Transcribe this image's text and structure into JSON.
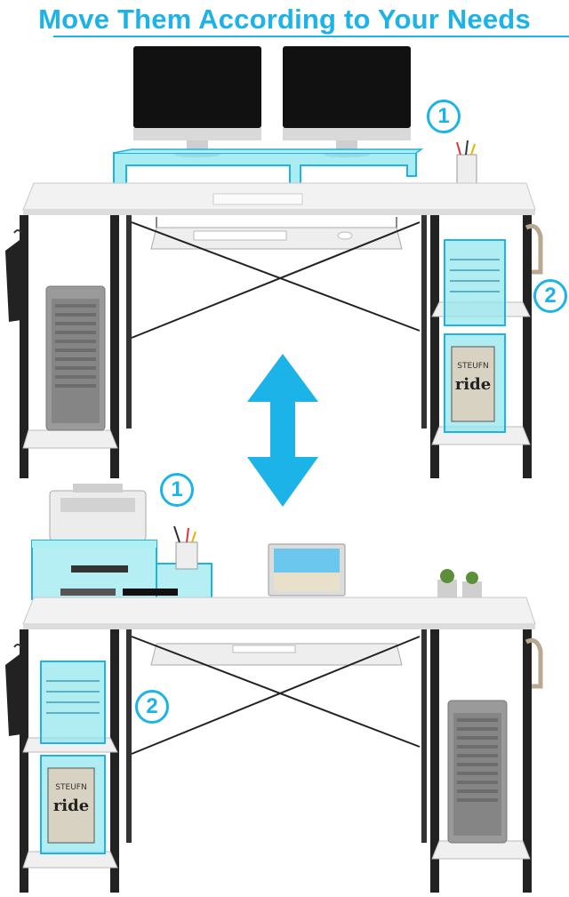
{
  "headline": "Move Them According to Your Needs",
  "top_config": {
    "monitor_stand_badge": "1",
    "side_shelves_badge": "2",
    "book_text": "STEUFN"
  },
  "bottom_config": {
    "monitor_stand_badge": "1",
    "side_shelves_badge": "2",
    "book_text": "STEUFN"
  },
  "colors": {
    "accent": "#1bb3e8",
    "highlight_fill": "#8ee6ee",
    "desk_top": "#f2f2f2",
    "frame": "#222222"
  }
}
